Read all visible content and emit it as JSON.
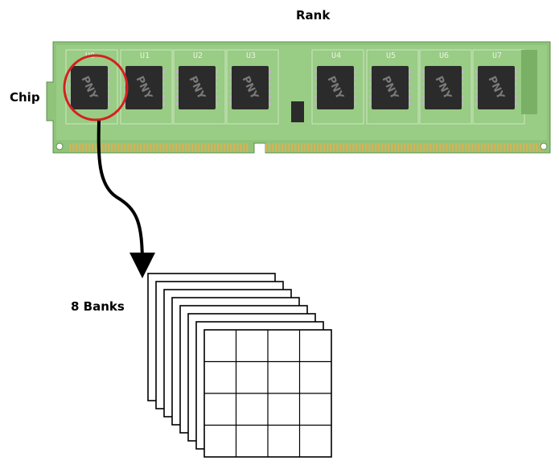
{
  "labels": {
    "rank": "Rank",
    "chip": "Chip",
    "banks": "8 Banks"
  },
  "module": {
    "chip_ids": [
      "U0",
      "U1",
      "U2",
      "U3",
      "U4",
      "U5",
      "U6",
      "U7"
    ],
    "chip_brand": "PNY",
    "pcb_color": "#8fc47a",
    "chip_color": "#2b2b2b",
    "highlight_color": "#d42020"
  },
  "banks": {
    "count": 8,
    "grid_rows": 4,
    "grid_cols": 4
  }
}
